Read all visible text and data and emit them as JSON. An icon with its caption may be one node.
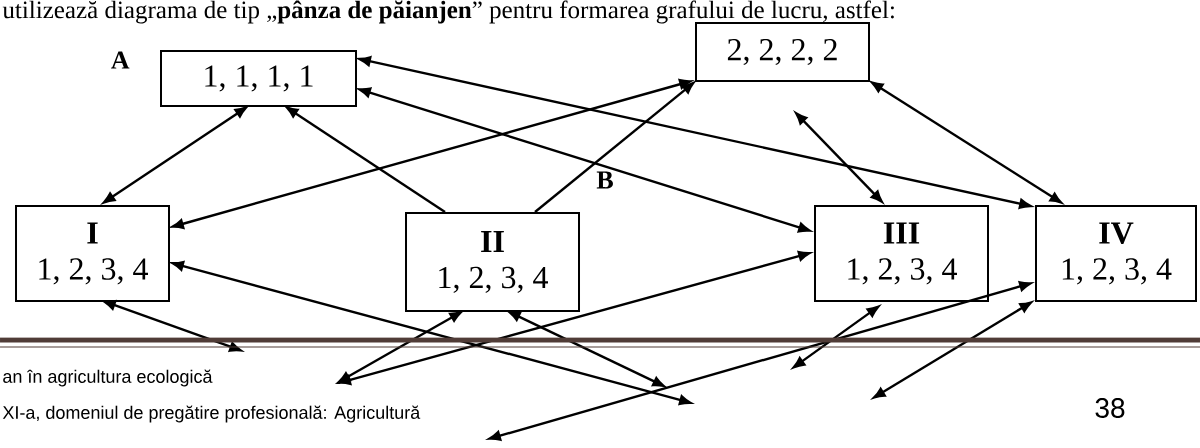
{
  "diagram": {
    "nodes": [
      {
        "text": [
          "1, 1, 1, 1"
        ],
        "beside": [
          "A"
        ]
      },
      {
        "text": [
          "2, 2, 2, 2"
        ]
      },
      {
        "text": [
          "I",
          "1, 2, 3, 4"
        ]
      },
      {
        "text": [
          "II",
          "1, 2, 3, 4"
        ]
      },
      {
        "text": [
          "III",
          "1, 2, 3, 4"
        ]
      },
      {
        "text": [
          "IV",
          "1, 2, 3, 4"
        ]
      }
    ],
    "edges": [
      {
        "from": 2,
        "to": 0,
        "arrow": "both"
      },
      {
        "from": 3,
        "to": 0,
        "arrow": "to"
      },
      {
        "from": 1,
        "to": 2,
        "arrow": "both"
      },
      {
        "from": 3,
        "to": 1,
        "arrow": "to"
      },
      {
        "from": 0,
        "to": 4,
        "arrow": "both"
      },
      {
        "from": 0,
        "to": 5,
        "arrow": "both"
      },
      {
        "from": null,
        "to": 4,
        "arrow": "both"
      },
      {
        "from": 1,
        "to": 5,
        "arrow": "both"
      },
      {
        "from": 2,
        "to": null,
        "arrow": "both"
      },
      {
        "from": 2,
        "to": null,
        "arrow": "both"
      },
      {
        "from": 3,
        "to": null,
        "arrow": "both"
      },
      {
        "from": 3,
        "to": null,
        "arrow": "both"
      },
      {
        "from": 4,
        "to": null,
        "arrow": "both"
      },
      {
        "from": 4,
        "to": null,
        "arrow": "both"
      },
      {
        "from": 5,
        "to": null,
        "arrow": "both"
      },
      {
        "from": 5,
        "to": null,
        "arrow": "both"
      }
    ],
    "labels": [
      "utilizează diagrama de tip „**pânza de păianjen**” pentru formarea grafului de lucru, astfel:",
      "B",
      "an în agricultura ecologică",
      "XI-a, domeniul de pregătire profesională: Agricultură",
      "38"
    ]
  }
}
